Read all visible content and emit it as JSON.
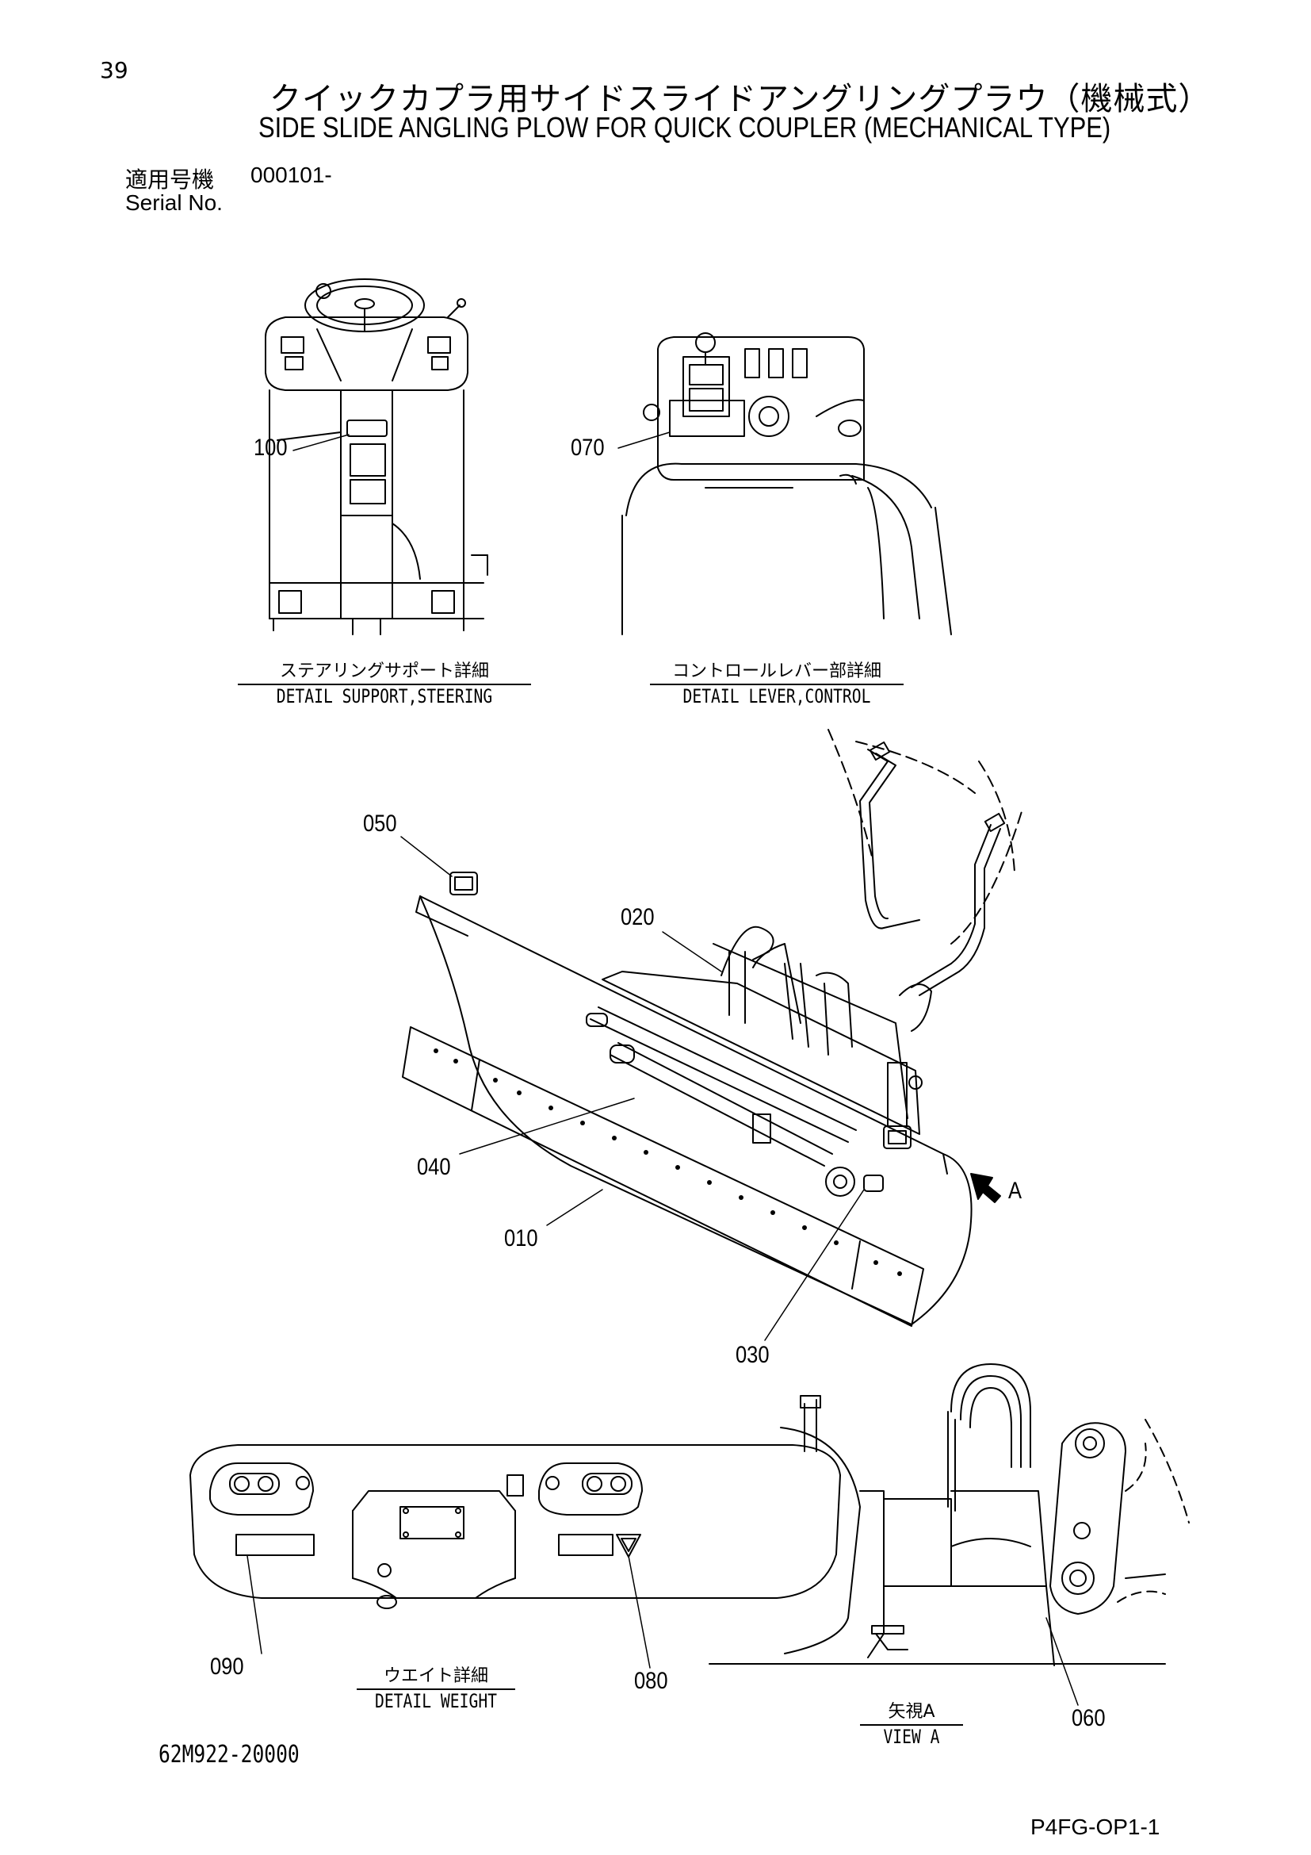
{
  "page": {
    "number": "39",
    "title_jp": "クイックカプラ用サイドスライドアングリングプラウ（機械式）",
    "title_en": "SIDE SLIDE ANGLING PLOW FOR QUICK COUPLER (MECHANICAL TYPE)",
    "serial_label_jp": "適用号機",
    "serial_value": "000101-",
    "serial_label_en": "Serial No."
  },
  "details": {
    "steering": {
      "caption_jp": "ステアリングサポート詳細",
      "caption_en": "DETAIL SUPPORT,STEERING"
    },
    "lever": {
      "caption_jp": "コントロールレバー部詳細",
      "caption_en": "DETAIL LEVER,CONTROL"
    },
    "weight": {
      "caption_jp": "ウエイト詳細",
      "caption_en": "DETAIL WEIGHT"
    },
    "view_a": {
      "caption_jp": "矢視A",
      "caption_en": "VIEW A"
    }
  },
  "callouts": {
    "c100": "100",
    "c070": "070",
    "c050": "050",
    "c020": "020",
    "c040": "040",
    "c010": "010",
    "c030": "030",
    "c090": "090",
    "c080": "080",
    "c060": "060",
    "arrow_a": "A"
  },
  "footer": {
    "drawing_number": "62M922-20000",
    "page_code": "P4FG-OP1-1"
  }
}
